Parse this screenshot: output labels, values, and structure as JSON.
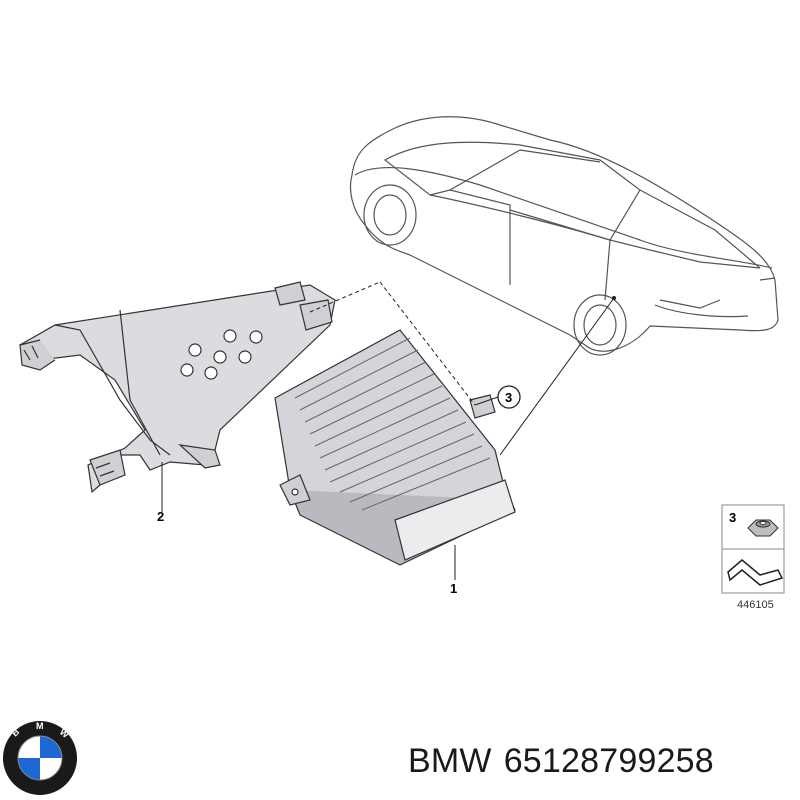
{
  "callouts": {
    "part1": "1",
    "part2": "2",
    "part3": "3"
  },
  "legend": {
    "item": "3",
    "ref_number": "446105",
    "icon": "nut-icon"
  },
  "logo": {
    "brand_letters": "BMW",
    "colors": {
      "blue": "#1c69d4",
      "white": "#ffffff",
      "ring": "#1a1a1a"
    }
  },
  "caption": {
    "brand": "BMW",
    "part_number": "65128799258"
  },
  "colors": {
    "line": "#222222",
    "part_fill": "#d9d9de",
    "part_shade": "#b4b4ba",
    "car_line": "#555555"
  }
}
